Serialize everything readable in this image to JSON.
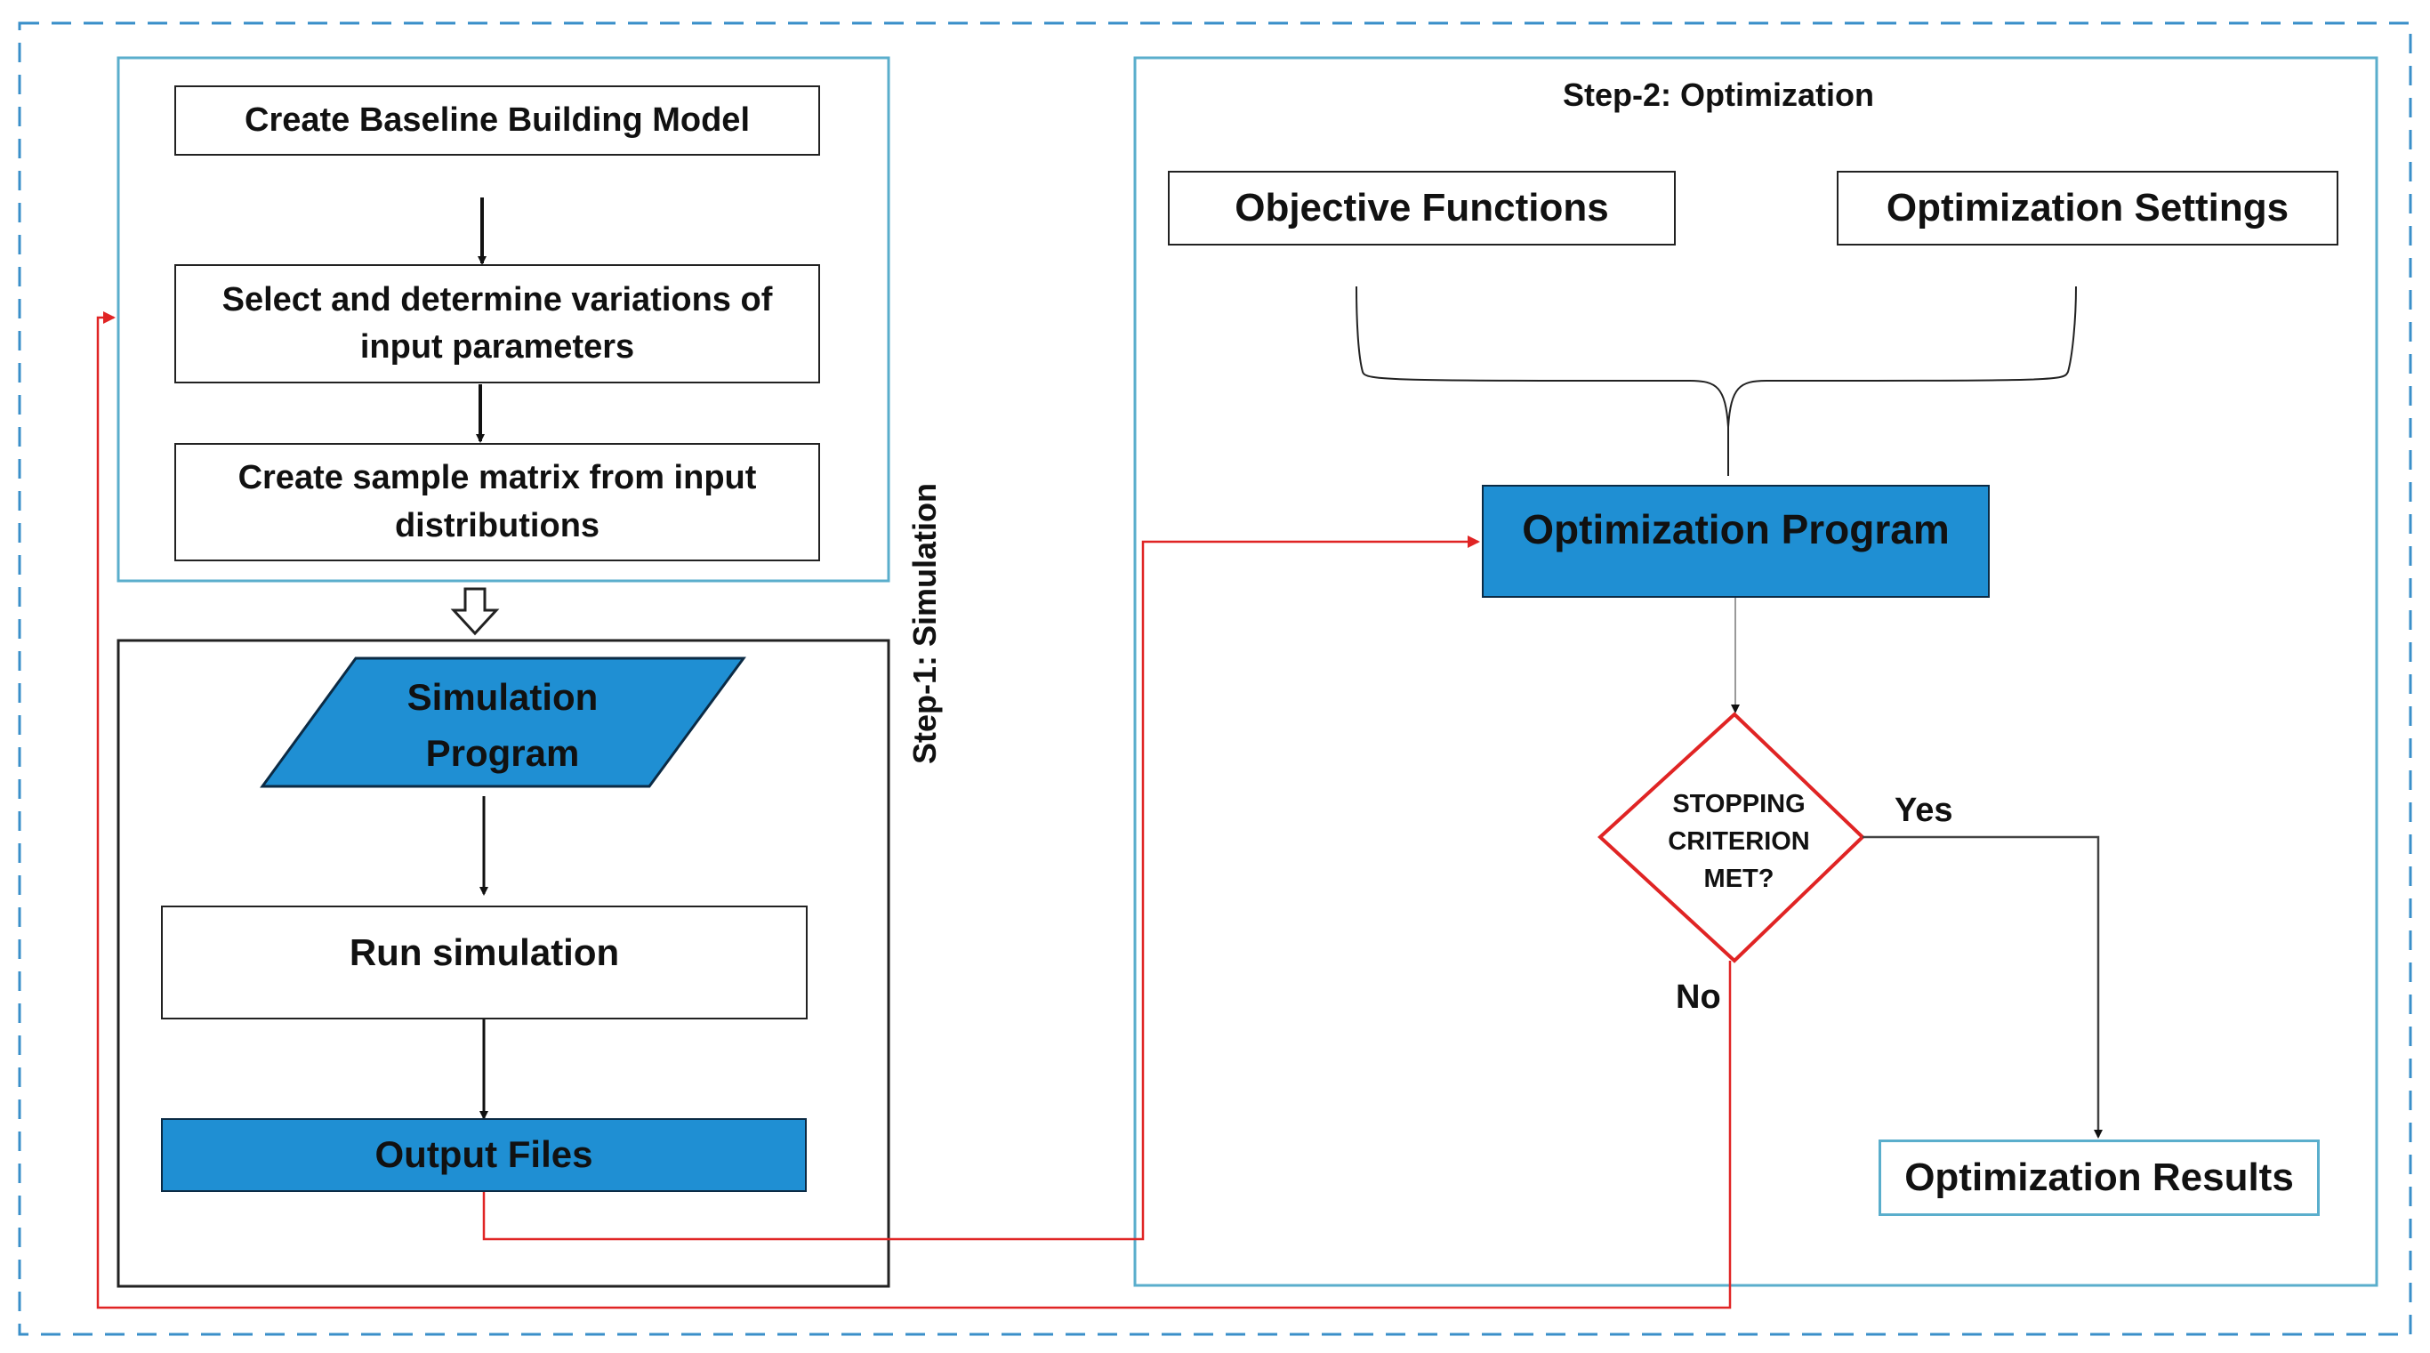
{
  "step1": {
    "title": "Step-1: Simulation",
    "create_baseline": "Create Baseline Building Model",
    "select_variations": "Select and determine variations of input parameters",
    "sample_matrix": "Create sample matrix from input distributions",
    "simulation_program": "Simulation Program",
    "run_simulation": "Run simulation",
    "output_files": "Output Files"
  },
  "step2": {
    "title": "Step-2: Optimization",
    "objective_functions": "Objective Functions",
    "optimization_settings": "Optimization Settings",
    "optimization_program": "Optimization Program",
    "stopping_criterion": "STOPPING CRITERION MET?",
    "yes_label": "Yes",
    "no_label": "No",
    "optimization_results": "Optimization Results"
  },
  "colors": {
    "outer_dashed_border": "#3a8fc9",
    "panel_border_teal": "#5aaecc",
    "highlight_blue": "#1f8fd3",
    "feedback_red": "#e02424",
    "stroke_dark": "#222222"
  }
}
